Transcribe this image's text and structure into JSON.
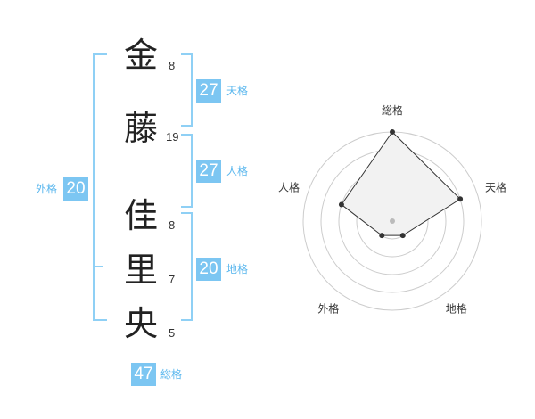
{
  "name": {
    "chars": [
      {
        "char": "金",
        "strokes": "8"
      },
      {
        "char": "藤",
        "strokes": "19"
      },
      {
        "char": "佳",
        "strokes": "8"
      },
      {
        "char": "里",
        "strokes": "7"
      },
      {
        "char": "央",
        "strokes": "5"
      }
    ]
  },
  "scores": {
    "tenkaku": {
      "value": "27",
      "label": "天格"
    },
    "jinkaku": {
      "value": "27",
      "label": "人格"
    },
    "chikaku": {
      "value": "20",
      "label": "地格"
    },
    "gaikaku": {
      "value": "20",
      "label": "外格"
    },
    "soukaku": {
      "value": "47",
      "label": "総格"
    }
  },
  "chart_data": {
    "type": "radar",
    "axes": [
      "総格",
      "天格",
      "地格",
      "外格",
      "人格"
    ],
    "values": [
      5,
      4,
      1,
      1,
      3
    ],
    "max": 5,
    "ring_count": 5,
    "fill_color": "#f2f2f2",
    "line_color": "#333333",
    "ring_color": "#cccccc"
  }
}
